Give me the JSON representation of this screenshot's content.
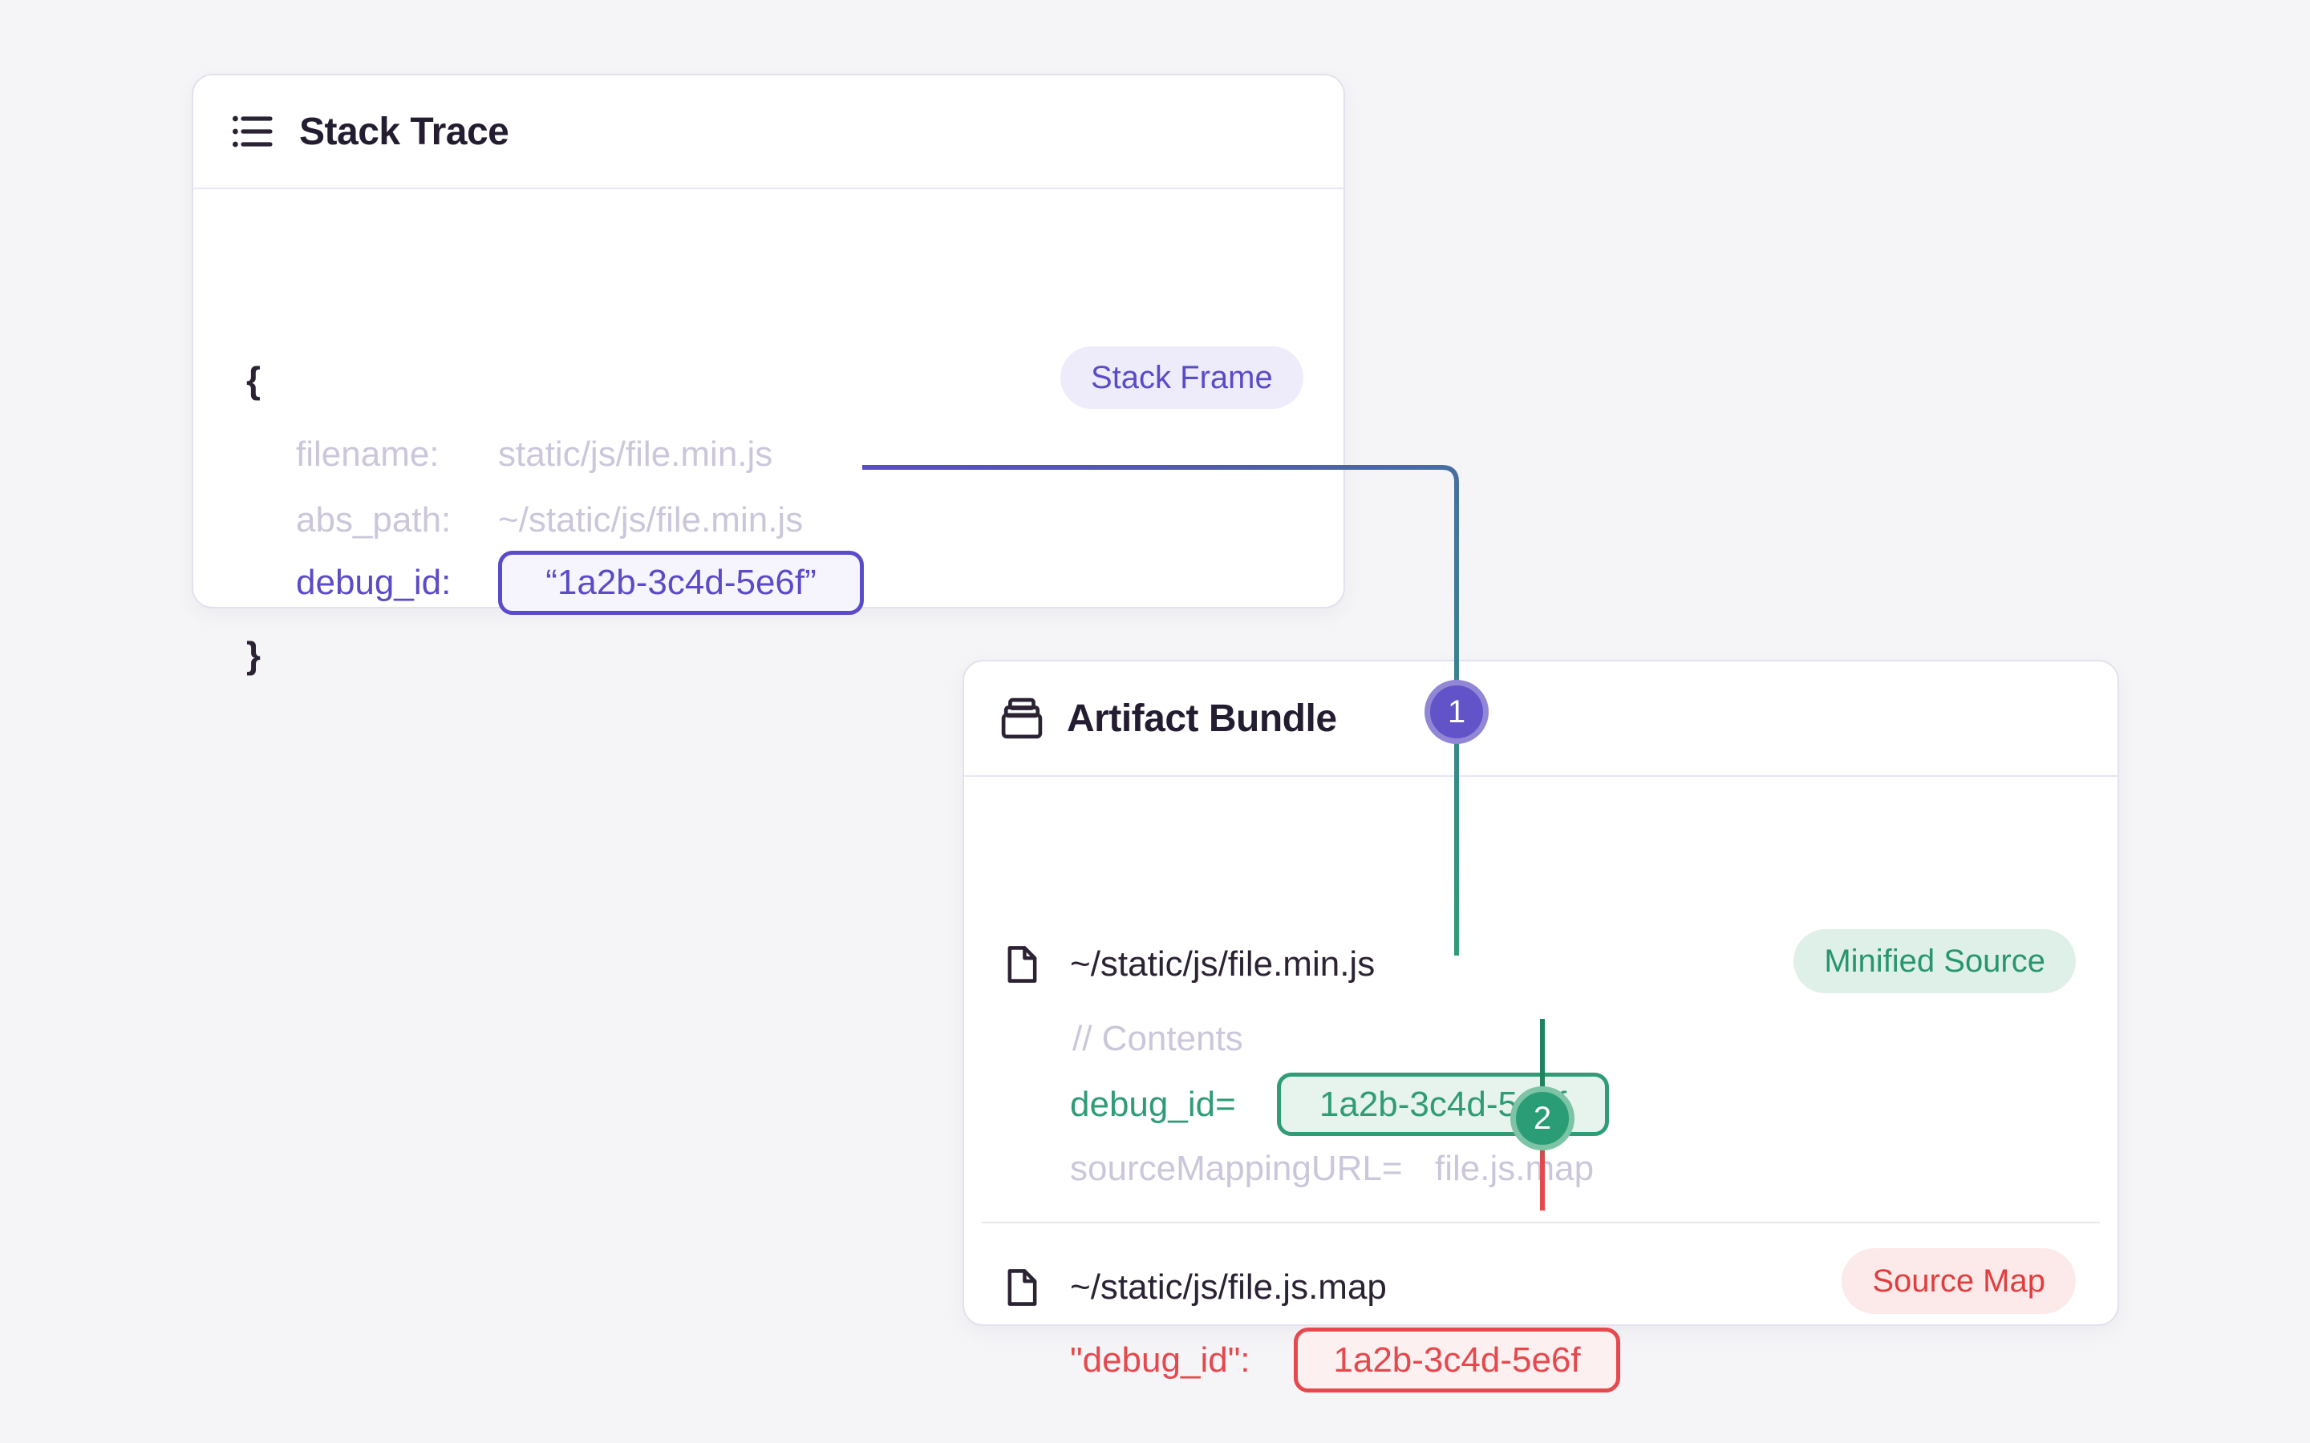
{
  "diagram": {
    "background": "#f5f5f8",
    "stack_trace": {
      "title": "Stack Trace",
      "icon": "list-icon",
      "badge": {
        "label": "Stack Frame",
        "bg": "#eeebfa",
        "color": "#5a4cc8"
      },
      "brace_open": "{",
      "brace_close": "}",
      "fields": [
        {
          "label": "filename:",
          "value": "static/js/file.min.js"
        },
        {
          "label": "abs_path:",
          "value": "~/static/js/file.min.js"
        }
      ],
      "debug_field": {
        "label": "debug_id:",
        "value": "“1a2b-3c4d-5e6f”"
      }
    },
    "artifact_bundle": {
      "title": "Artifact Bundle",
      "icon": "archive-icon",
      "minified_file": {
        "icon": "file-icon",
        "path": "~/static/js/file.min.js",
        "badge": {
          "label": "Minified Source",
          "bg": "#def0e8",
          "color": "#27966e"
        },
        "comment": "// Contents",
        "debug_field": {
          "label": "debug_id=",
          "value": "1a2b-3c4d-5e6f"
        },
        "mapping_field": {
          "label": "sourceMappingURL=",
          "value": "file.js.map"
        }
      },
      "sourcemap_file": {
        "icon": "file-icon",
        "path": "~/static/js/file.js.map",
        "badge": {
          "label": "Source Map",
          "bg": "#fce9e9",
          "color": "#e03e3e"
        },
        "debug_field": {
          "label": "\"debug_id\":",
          "value": "1a2b-3c4d-5e6f"
        }
      }
    },
    "markers": [
      {
        "label": "1",
        "color": "#6353c8"
      },
      {
        "label": "2",
        "color": "#2a9d76"
      }
    ],
    "colors": {
      "connector_purple": "#5a4bc8",
      "connector_indigo": "#4e5fb0",
      "connector_green": "#2f9c77",
      "connector_dark_green": "#20835f",
      "connector_red": "#e5484d",
      "muted_text": "#ccc6db",
      "dark_text": "#2b2233",
      "card_border": "#e4e0ed"
    }
  }
}
